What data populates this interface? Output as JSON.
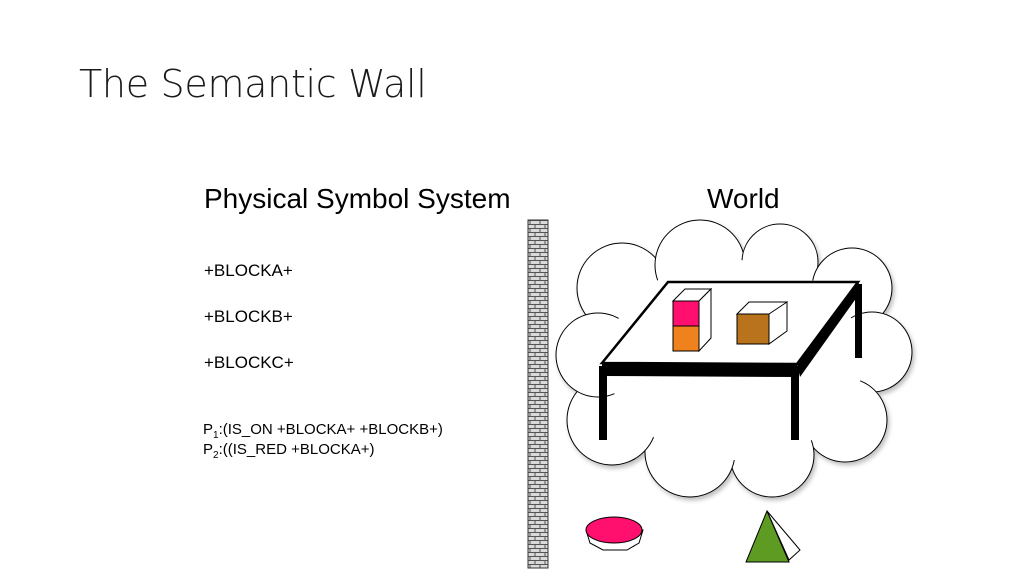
{
  "slide": {
    "title": "The Semantic Wall"
  },
  "headings": {
    "left": "Physical Symbol System",
    "right": "World"
  },
  "symbols": [
    "+BLOCKA+",
    "+BLOCKB+",
    "+BLOCKC+"
  ],
  "propositions": [
    {
      "label": "P",
      "index": "1",
      "text": ":(IS_ON +BLOCKA+ +BLOCKB+)"
    },
    {
      "label": "P",
      "index": "2",
      "text": ":((IS_RED +BLOCKA+)"
    }
  ],
  "colors": {
    "block_red": "#ff0f6e",
    "block_orange": "#f0821e",
    "block_brown": "#b8731c",
    "disc_red": "#ff0f6e",
    "pyramid_green": "#5e9b23",
    "wall_fill": "#d9d9d9"
  },
  "icons": [
    "brick-wall-icon",
    "thought-cloud-icon",
    "table-icon",
    "block-icon",
    "disc-icon",
    "pyramid-icon"
  ]
}
